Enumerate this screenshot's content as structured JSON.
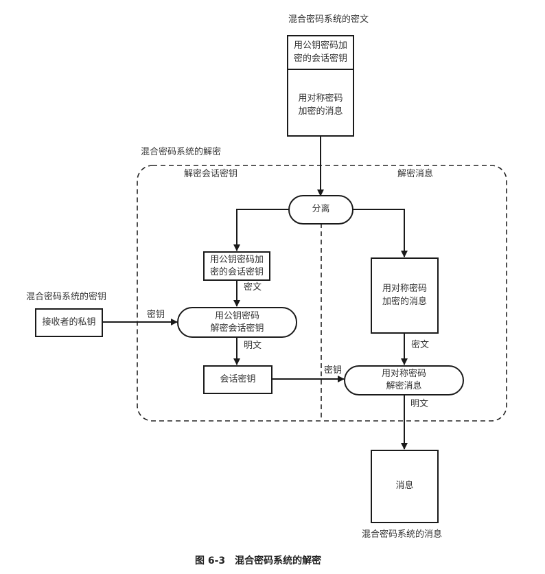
{
  "diagram": {
    "caption": "图 6-3　混合密码系统的解密",
    "ciphertext_package": {
      "title": "混合密码系统的密文",
      "encrypted_session_key": "用公钥密码加\n密的会话密钥",
      "encrypted_message": "用对称密码\n加密的消息"
    },
    "decryption_region": {
      "title": "混合密码系统的解密",
      "left_section": "解密会话密钥",
      "right_section": "解密消息"
    },
    "key_source": {
      "title": "混合密码系统的密钥",
      "private_key": "接收者的私钥"
    },
    "nodes": {
      "separate": "分离",
      "encrypted_session_key": "用公钥密码加\n密的会话密钥",
      "decrypt_session_key": "用公钥密码\n解密会话密钥",
      "session_key": "会话密钥",
      "encrypted_message": "用对称密码\n加密的消息",
      "decrypt_message": "用对称密码\n解密消息",
      "message": "消息"
    },
    "edge_labels": {
      "ciphertext_1": "密文",
      "key_1": "密钥",
      "plaintext_1": "明文",
      "ciphertext_2": "密文",
      "key_2": "密钥",
      "plaintext_2": "明文"
    },
    "output": {
      "title": "混合密码系统的消息"
    }
  }
}
